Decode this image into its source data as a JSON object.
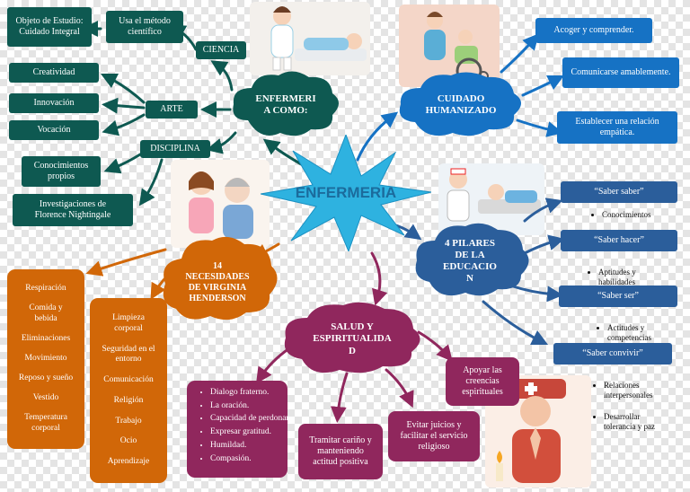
{
  "center": {
    "title": "ENFERMERIA"
  },
  "enfermeria_como": {
    "title": "ENFERMERI\nA COMO:",
    "ciencia": "CIENCIA",
    "objeto": "Objeto de Estudio:\nCuidado Integral",
    "metodo": "Usa el método\ncientífico",
    "arte": "ARTE",
    "creatividad": "Creatividad",
    "innovacion": "Innovación",
    "vocacion": "Vocación",
    "disciplina": "DISCIPLINA",
    "conocimientos": "Conocimientos\npropios",
    "investigaciones": "Investigaciones de\nFlorence Nightingale"
  },
  "cuidado": {
    "title": "CUIDADO\nHUMANIZADO",
    "items": [
      "Acoger y comprender.",
      "Comunicarse amablemente.",
      "Establecer una relación\nempática."
    ]
  },
  "pilares": {
    "title": "4 PILARES\nDE LA\nEDUCACIO\nN",
    "items": [
      {
        "label": "“Saber saber”",
        "bullets": [
          "Conocimientos"
        ]
      },
      {
        "label": "“Saber hacer”",
        "bullets": [
          "Aptitudes y\nhabilidades"
        ]
      },
      {
        "label": "“Saber ser”",
        "bullets": [
          "Actitudes y\ncompetencias"
        ]
      },
      {
        "label": "“Saber convivir”",
        "bullets": [
          "Relaciones\ninterpersonales",
          "Desarrollar\ntolerancia y paz"
        ]
      }
    ]
  },
  "necesidades": {
    "title": "14\nNECESIDADES\nDE VIRGINIA\nHENDERSON",
    "col1": [
      "Respiración",
      "Comida y\nbebida",
      "Eliminaciones",
      "Movimiento",
      "Reposo y sueño",
      "Vestido",
      "Temperatura\ncorporal"
    ],
    "col2": [
      "Limpieza\ncorporal",
      "Seguridad en el\nentorno",
      "Comunicación",
      "Religión",
      "Trabajo",
      "Ocio",
      "Aprendizaje"
    ]
  },
  "salud": {
    "title": "SALUD Y\nESPIRITUALIDA\nD",
    "list": [
      "Dialogo fraterno.",
      "La oración.",
      "Capacidad de perdonar.",
      "Expresar gratitud.",
      "Humildad.",
      "Compasión."
    ],
    "tramitar": "Tramitar cariño y\nmanteniendo\nactitud positiva",
    "evitar": "Evitar juicios y\nfacilitar el servicio\nreligioso",
    "apoyar": "Apoyar las\ncreencias\nespirituales"
  },
  "colors": {
    "teal": "#0e5951",
    "blue": "#1672c4",
    "navy": "#2b5e9b",
    "orange": "#d16708",
    "plum": "#90275d",
    "star": "#2eb2e0"
  }
}
